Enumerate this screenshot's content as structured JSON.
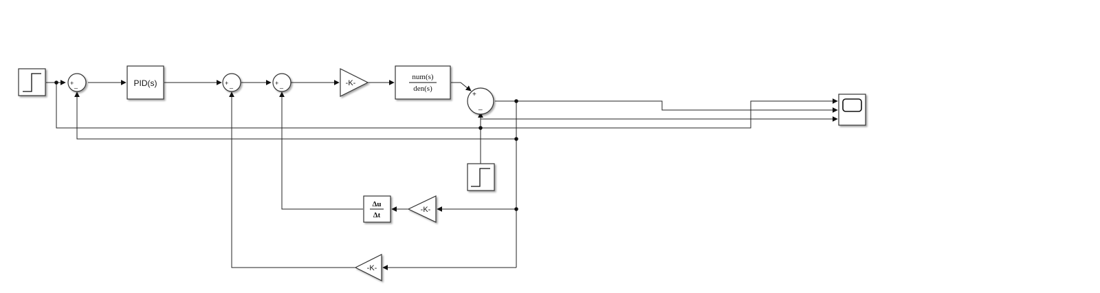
{
  "diagram": {
    "pid_label": "PID(s)",
    "gain_label": "-K-",
    "tf_num": "num(s)",
    "tf_den": "den(s)",
    "deriv_num": "Δu",
    "deriv_den": "Δt",
    "plus_sign": "+",
    "minus_sign": "_"
  }
}
